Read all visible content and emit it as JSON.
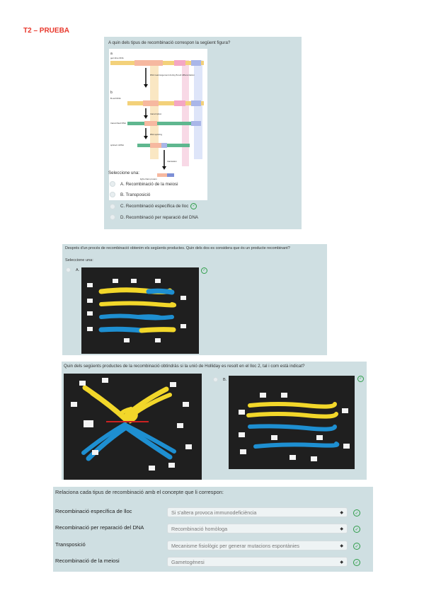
{
  "heading": "T2 – PRUEBA",
  "q1": {
    "question": "A quin dels tipus de recombinació correspon la següent figura?",
    "figure_labels": {
      "a": "a",
      "b": "b",
      "germline": "germline DNA",
      "bcell": "B-cell DNA",
      "rearr": "DNA rearrangement during B-cell differentiation",
      "transcription": "transcription",
      "transcribed": "transcribed RNA",
      "splicing": "RNA splicing",
      "spliced": "spliced mRNA",
      "translation": "translation",
      "protein": "light-chain protein"
    },
    "select_label": "Seleccione una:",
    "options": [
      "A.  Recombinació de la meiosi",
      "B.  Transposició",
      "C.  Recombinació específica de lloc",
      "D.  Recombinació per reparació del DNA"
    ]
  },
  "q2": {
    "question": "Després d'un procés de recombinació obtenim els següents productes. Quin dels dos es considera que és un producte recombinant?",
    "select_label": "Seleccione una:",
    "option_a": "A."
  },
  "q3": {
    "question": "Quin dels següents productes de la recombinació obtindràs si la unió de Holliday es resolt en el lloc 2, tal i com està indicat?",
    "option_b": "B."
  },
  "q4": {
    "question": "Relaciona cada tipus de recombinació amb el concepte que li correspon:",
    "rows": [
      {
        "label": "Recombinació específica de lloc",
        "value": "Si s'altera provoca immunodeficiència"
      },
      {
        "label": "Recombinació per reparació del DNA",
        "value": "Recombinació homòloga"
      },
      {
        "label": "Transposició",
        "value": "Mecanisme fisiològic per generar mutacions espontànies"
      },
      {
        "label": "Recombinació de la meiosi",
        "value": "Gametogènesi"
      }
    ]
  },
  "colors": {
    "heading": "#e8372b",
    "panel": "#cfdfe2",
    "ok": "#2e9d48",
    "yellow": "#f2d72a",
    "blue": "#1e8fd1"
  }
}
